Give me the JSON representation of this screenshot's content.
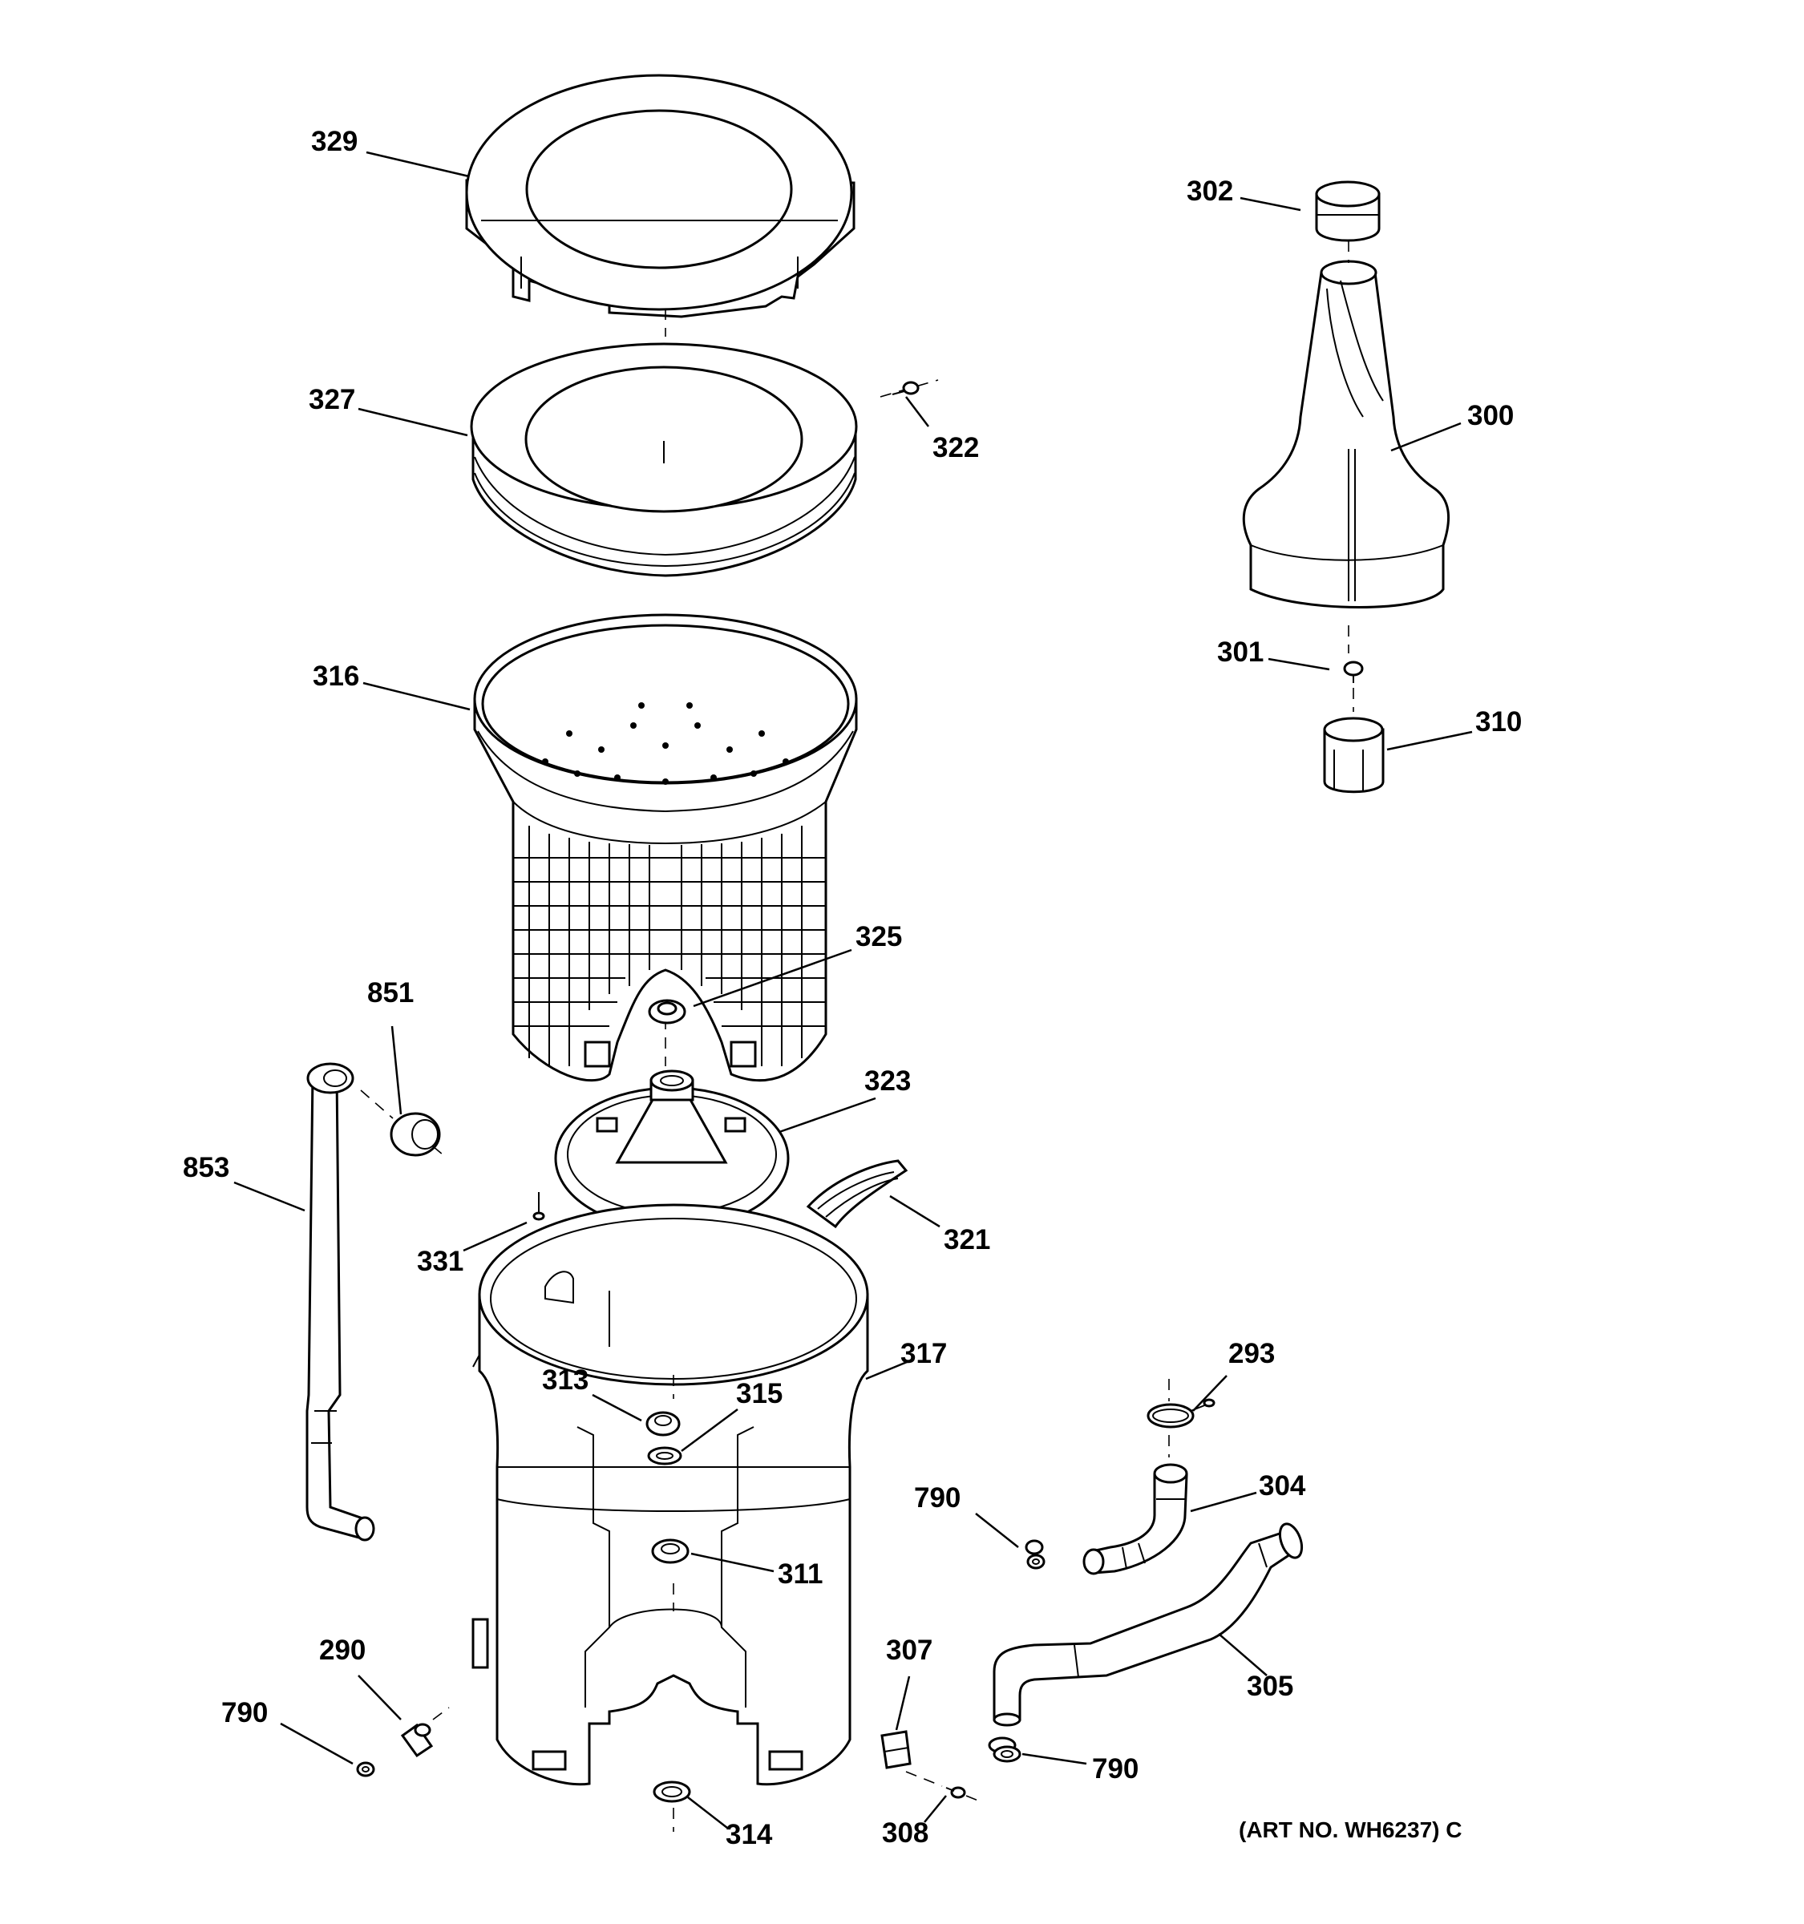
{
  "diagram": {
    "art_number": "(ART NO. WH6237) C",
    "labels": {
      "p329": "329",
      "p302": "302",
      "p327": "327",
      "p322": "322",
      "p300": "300",
      "p316": "316",
      "p301": "301",
      "p310": "310",
      "p325": "325",
      "p851": "851",
      "p323": "323",
      "p853": "853",
      "p331": "331",
      "p321": "321",
      "p317": "317",
      "p293": "293",
      "p313": "313",
      "p315": "315",
      "p304": "304",
      "p790a": "790",
      "p311": "311",
      "p290": "290",
      "p307": "307",
      "p305": "305",
      "p790b": "790",
      "p790c": "790",
      "p314": "314",
      "p308": "308"
    }
  }
}
